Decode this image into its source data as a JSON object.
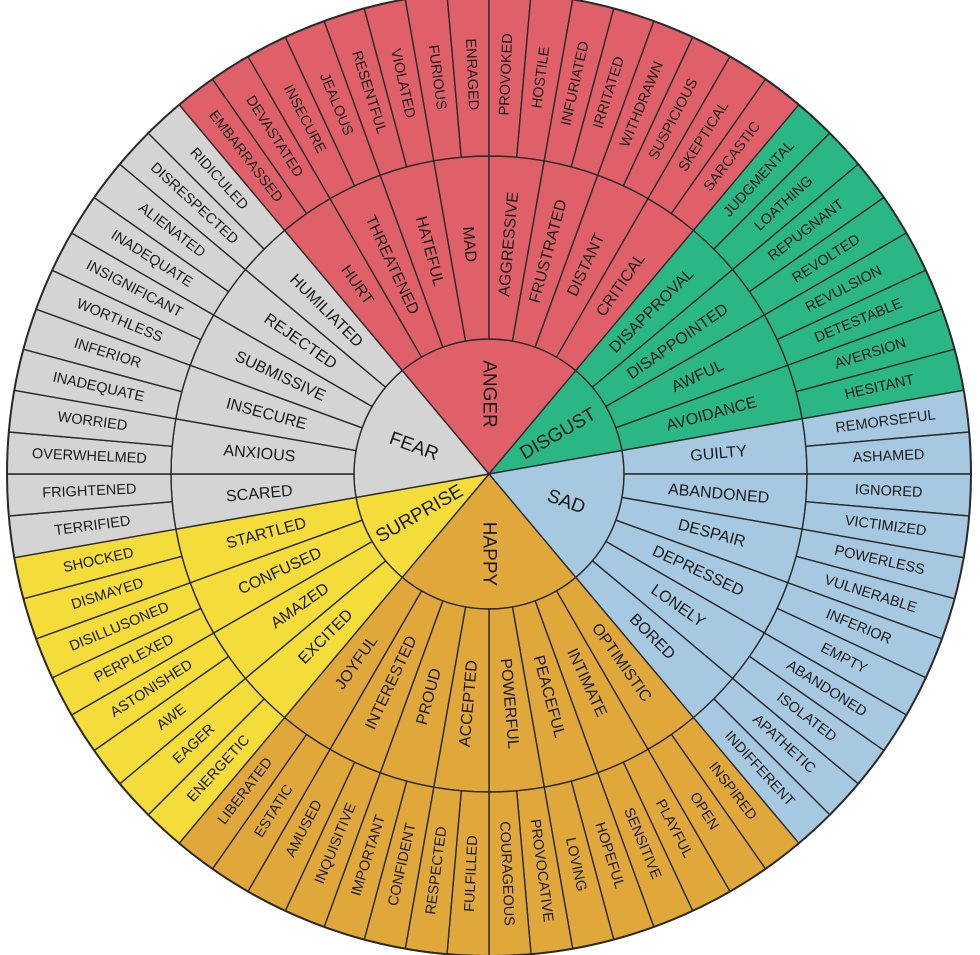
{
  "colors": {
    "anger": "#e0606a",
    "disgust": "#2bb785",
    "sad": "#a6c8e0",
    "happy": "#e0a83a",
    "surprise": "#f4dc3a",
    "fear": "#d4d4d4"
  },
  "emotions": [
    {
      "key": "anger",
      "label": "ANGER",
      "middle": [
        "HURT",
        "THREATENED",
        "HATEFUL",
        "MAD",
        "AGGRESSIVE",
        "FRUSTRATED",
        "DISTANT",
        "CRITICAL"
      ],
      "outer": [
        "EMBARRASSED",
        "DEVASTATED",
        "INSECURE",
        "JEALOUS",
        "RESENTFUL",
        "VIOLATED",
        "FURIOUS",
        "ENRAGED",
        "PROVOKED",
        "HOSTILE",
        "INFURIATED",
        "IRRITATED",
        "WITHDRAWN",
        "SUSPICIOUS",
        "SKEPTICAL",
        "SARCASTIC"
      ]
    },
    {
      "key": "disgust",
      "label": "DISGUST",
      "middle": [
        "DISAPPROVAL",
        "DISAPPOINTED",
        "AWFUL",
        "AVOIDANCE"
      ],
      "outer": [
        "JUDGMENTAL",
        "LOATHING",
        "REPUGNANT",
        "REVOLTED",
        "REVULSION",
        "DETESTABLE",
        "AVERSION",
        "HESITANT"
      ]
    },
    {
      "key": "sad",
      "label": "SAD",
      "middle": [
        "GUILTY",
        "ABANDONED",
        "DESPAIR",
        "DEPRESSED",
        "LONELY",
        "BORED"
      ],
      "outer": [
        "REMORSEFUL",
        "ASHAMED",
        "IGNORED",
        "VICTIMIZED",
        "POWERLESS",
        "VULNERABLE",
        "INFERIOR",
        "EMPTY",
        "ABANDONED",
        "ISOLATED",
        "APATHETIC",
        "INDIFFERENT"
      ]
    },
    {
      "key": "happy",
      "label": "HAPPY",
      "middle": [
        "OPTIMISTIC",
        "INTIMATE",
        "PEACEFUL",
        "POWERFUL",
        "ACCEPTED",
        "PROUD",
        "INTERESTED",
        "JOYFUL"
      ],
      "outer": [
        "INSPIRED",
        "OPEN",
        "PLAYFUL",
        "SENSITIVE",
        "HOPEFUL",
        "LOVING",
        "PROVOCATIVE",
        "COURAGEOUS",
        "FULFILLED",
        "RESPECTED",
        "CONFIDENT",
        "IMPORTANT",
        "INQUISITIVE",
        "AMUSED",
        "ESTATIC",
        "LIBERATED"
      ]
    },
    {
      "key": "surprise",
      "label": "SURPRISE",
      "middle": [
        "EXCITED",
        "AMAZED",
        "CONFUSED",
        "STARTLED"
      ],
      "outer": [
        "ENERGETIC",
        "EAGER",
        "AWE",
        "ASTONISHED",
        "PERPLEXED",
        "DISILLUSONED",
        "DISMAYED",
        "SHOCKED"
      ]
    },
    {
      "key": "fear",
      "label": "FEAR",
      "middle": [
        "SCARED",
        "ANXIOUS",
        "INSECURE",
        "SUBMISSIVE",
        "REJECTED",
        "HUMILIATED"
      ],
      "outer": [
        "TERRIFIED",
        "FRIGHTENED",
        "OVERWHELMED",
        "WORRIED",
        "INADEQUATE",
        "INFERIOR",
        "WORTHLESS",
        "INSIGNIFICANT",
        "INADEQUATE",
        "ALIENATED",
        "DISRESPECTED",
        "RIDICULED"
      ]
    }
  ]
}
